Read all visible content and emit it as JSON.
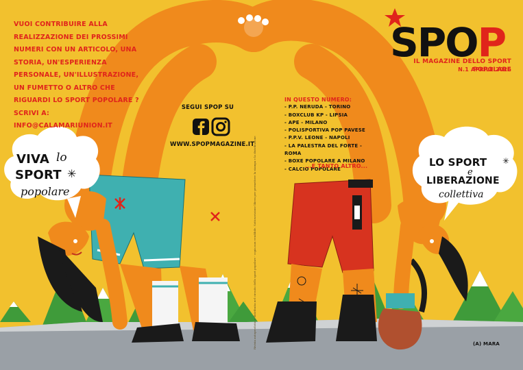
{
  "back_cover": {
    "contribute_text": "Vuoi contribuire alla realizzazione dei prossimi numeri con un articolo, una storia, un'esperienza personale, un'illustrazione, un fumetto o altro che riguardi lo sport popolare ? scrivi a: info@calamariunion.it",
    "follow_label": "Segui SPOP su",
    "website": "www.spopmagazine.it",
    "speech_bubble": {
      "line1": "Viva",
      "line2": "lo",
      "line3": "Sport",
      "line4": "popolare"
    }
  },
  "front_cover": {
    "logo": {
      "part1": "SPO",
      "part2": "P"
    },
    "tagline": "Il magazine dello sport popolare",
    "issue": "N.1 Aprile 2026",
    "contents_heading": "In questo numero:",
    "contents": [
      "- P.P. Neruda - Torino",
      "- BoxClub KP - Lipsia",
      "- Ape - Milano",
      "- Polisportiva Pop Pavese",
      "- P.P.V. Leone - Napoli",
      "- La Palestra del Forte - Roma",
      "- Boxe Popolare a Milano",
      "- Calcio Popolare"
    ],
    "more": "...E tanto altro...",
    "speech_bubble": {
      "line1": "Lo Sport",
      "line2": "e",
      "line3": "Liberazione",
      "line4": "collettiva"
    },
    "credit": "(a) mara"
  },
  "spine_text": "Rivista autoprodotta e distribuita nel circuito dello sport popolare - copia non vendibile. Sottoscrizione libera per permettere la stampa e la distribuzione",
  "colors": {
    "background": "#f2c12e",
    "accent_red": "#e0241b",
    "ink": "#111111",
    "orange_skin": "#f08a1c",
    "teal_shorts": "#3fb0b0",
    "red_shorts": "#d7331f"
  }
}
